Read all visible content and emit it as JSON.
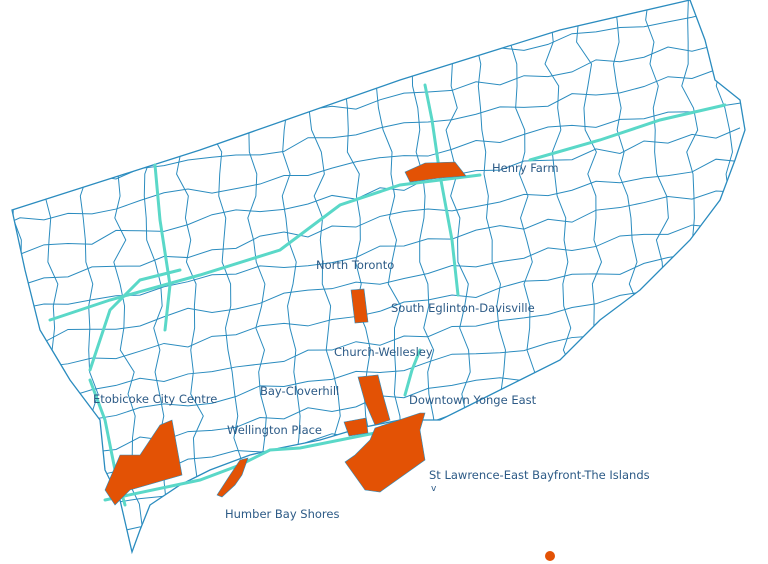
{
  "colors": {
    "highlight": "#e35205",
    "boundary": "#2b8cbf",
    "highway": "#5ad8c8",
    "label": "#2c5a86"
  },
  "labels": {
    "henry_farm": "Henry Farm",
    "north_toronto": "North Toronto",
    "south_eglinton": "South Eglinton-Davisville",
    "church_wellesley": "Church-Wellesley",
    "bay_cloverhill": "Bay-Cloverhill",
    "downtown_yonge_east": "Downtown Yonge East",
    "etobicoke_city_centre": "Etobicoke City Centre",
    "wellington_place": "Wellington Place",
    "st_lawrence": "St Lawrence-East Bayfront-The Islands",
    "humber_bay_shores": "Humber Bay Shores"
  },
  "stray_mark": "v"
}
